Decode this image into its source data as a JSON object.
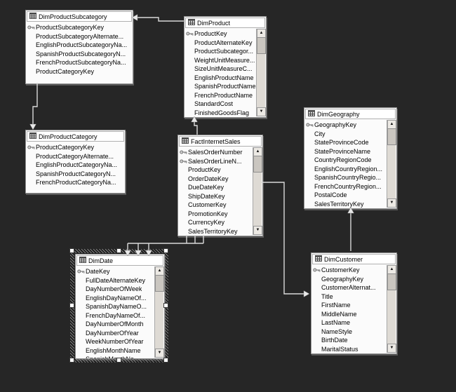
{
  "colors": {
    "background": "#262626",
    "table_background": "#fbfbfb",
    "table_text": "#000000",
    "connector_line": "#d9d9d9",
    "selection_handle": "#ffffff"
  },
  "icons": {
    "table": "table-grid-icon",
    "primary_key": "key-icon",
    "scroll_up": "▲",
    "scroll_down": "▼"
  },
  "tables": [
    {
      "id": "dim-product-subcategory",
      "title": "DimProductSubcategory",
      "selected": false,
      "has_scrollbar": false,
      "columns": [
        {
          "name": "ProductSubcategoryKey",
          "key": true
        },
        {
          "name": "ProductSubcategoryAlternate...",
          "key": false
        },
        {
          "name": "EnglishProductSubcategoryNa...",
          "key": false
        },
        {
          "name": "SpanishProductSubcategoryN...",
          "key": false
        },
        {
          "name": "FrenchProductSubcategoryNa...",
          "key": false
        },
        {
          "name": "ProductCategoryKey",
          "key": false
        }
      ]
    },
    {
      "id": "dim-product",
      "title": "DimProduct",
      "selected": false,
      "has_scrollbar": true,
      "columns": [
        {
          "name": "ProductKey",
          "key": true
        },
        {
          "name": "ProductAlternateKey",
          "key": false
        },
        {
          "name": "ProductSubcategor...",
          "key": false
        },
        {
          "name": "WeightUnitMeasure...",
          "key": false
        },
        {
          "name": "SizeUnitMeasureC...",
          "key": false
        },
        {
          "name": "EnglishProductName",
          "key": false
        },
        {
          "name": "SpanishProductName",
          "key": false
        },
        {
          "name": "FrenchProductName",
          "key": false
        },
        {
          "name": "StandardCost",
          "key": false
        },
        {
          "name": "FinishedGoodsFlag",
          "key": false
        }
      ]
    },
    {
      "id": "dim-product-category",
      "title": "DimProductCategory",
      "selected": false,
      "has_scrollbar": false,
      "columns": [
        {
          "name": "ProductCategoryKey",
          "key": true
        },
        {
          "name": "ProductCategoryAlternate...",
          "key": false
        },
        {
          "name": "EnglishProductCategoryNa...",
          "key": false
        },
        {
          "name": "SpanishProductCategoryN...",
          "key": false
        },
        {
          "name": "FrenchProductCategoryNa...",
          "key": false
        }
      ]
    },
    {
      "id": "fact-internet-sales",
      "title": "FactInternetSales",
      "selected": false,
      "has_scrollbar": true,
      "columns": [
        {
          "name": "SalesOrderNumber",
          "key": true
        },
        {
          "name": "SalesOrderLineN...",
          "key": true
        },
        {
          "name": "ProductKey",
          "key": false
        },
        {
          "name": "OrderDateKey",
          "key": false
        },
        {
          "name": "DueDateKey",
          "key": false
        },
        {
          "name": "ShipDateKey",
          "key": false
        },
        {
          "name": "CustomerKey",
          "key": false
        },
        {
          "name": "PromotionKey",
          "key": false
        },
        {
          "name": "CurrencyKey",
          "key": false
        },
        {
          "name": "SalesTerritoryKey",
          "key": false
        }
      ]
    },
    {
      "id": "dim-geography",
      "title": "DimGeography",
      "selected": false,
      "has_scrollbar": true,
      "columns": [
        {
          "name": "GeographyKey",
          "key": true
        },
        {
          "name": "City",
          "key": false
        },
        {
          "name": "StateProvinceCode",
          "key": false
        },
        {
          "name": "StateProvinceName",
          "key": false
        },
        {
          "name": "CountryRegionCode",
          "key": false
        },
        {
          "name": "EnglishCountryRegion...",
          "key": false
        },
        {
          "name": "SpanishCountryRegio...",
          "key": false
        },
        {
          "name": "FrenchCountryRegion...",
          "key": false
        },
        {
          "name": "PostalCode",
          "key": false
        },
        {
          "name": "SalesTerritoryKey",
          "key": false
        }
      ]
    },
    {
      "id": "dim-date",
      "title": "DimDate",
      "selected": true,
      "has_scrollbar": true,
      "columns": [
        {
          "name": "DateKey",
          "key": true
        },
        {
          "name": "FullDateAlternateKey",
          "key": false
        },
        {
          "name": "DayNumberOfWeek",
          "key": false
        },
        {
          "name": "EnglishDayNameOf...",
          "key": false
        },
        {
          "name": "SpanishDayNameO...",
          "key": false
        },
        {
          "name": "FrenchDayNameOf...",
          "key": false
        },
        {
          "name": "DayNumberOfMonth",
          "key": false
        },
        {
          "name": "DayNumberOfYear",
          "key": false
        },
        {
          "name": "WeekNumberOfYear",
          "key": false
        },
        {
          "name": "EnglishMonthName",
          "key": false
        },
        {
          "name": "SpanishMonthNa...",
          "key": false
        }
      ]
    },
    {
      "id": "dim-customer",
      "title": "DimCustomer",
      "selected": false,
      "has_scrollbar": true,
      "columns": [
        {
          "name": "CustomerKey",
          "key": true
        },
        {
          "name": "GeographyKey",
          "key": false
        },
        {
          "name": "CustomerAlternat...",
          "key": false
        },
        {
          "name": "Title",
          "key": false
        },
        {
          "name": "FirstName",
          "key": false
        },
        {
          "name": "MiddleName",
          "key": false
        },
        {
          "name": "LastName",
          "key": false
        },
        {
          "name": "NameStyle",
          "key": false
        },
        {
          "name": "BirthDate",
          "key": false
        },
        {
          "name": "MaritalStatus",
          "key": false
        }
      ]
    }
  ],
  "relationships": [
    {
      "from": "DimProduct",
      "to": "DimProductSubcategory"
    },
    {
      "from": "DimProductSubcategory",
      "to": "DimProductCategory"
    },
    {
      "from": "FactInternetSales",
      "to": "DimProduct"
    },
    {
      "from": "FactInternetSales",
      "to": "DimDate",
      "arrow_count": 3
    },
    {
      "from": "FactInternetSales",
      "to": "DimCustomer"
    },
    {
      "from": "DimCustomer",
      "to": "DimGeography"
    }
  ]
}
